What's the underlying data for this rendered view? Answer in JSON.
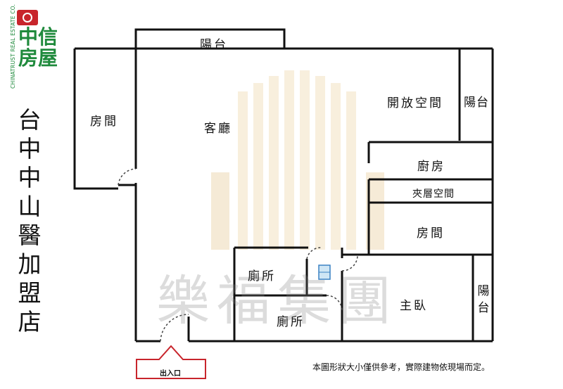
{
  "brand": {
    "name_cn": "中信房屋",
    "name_en": "CHINATRUST REAL ESTATE CO.",
    "logo_color": "#c8252c",
    "brand_color": "#1f8a3c"
  },
  "store_title": "台中中山醫加盟店",
  "rooms": {
    "balcony_top": "陽台",
    "bedroom_left": "房間",
    "living_room": "客廳",
    "open_space": "開放空間",
    "balcony_right": "陽台",
    "kitchen": "廚房",
    "mezzanine": "夾層空間",
    "bedroom_right": "房間",
    "bathroom_1": "廁所",
    "bathroom_2": "廁所",
    "master_bedroom": "主臥",
    "balcony_bottom": "陽台"
  },
  "entrance_label": "出入口",
  "watermark": "樂福集團",
  "disclaimer": "本圖形狀大小僅供參考，實際建物依現場而定。",
  "icons": {
    "logo": "chinatrust-logo-icon",
    "door": "door-arc-icon",
    "window": "window-icon",
    "entrance_arrow": "entrance-arrow-icon"
  }
}
